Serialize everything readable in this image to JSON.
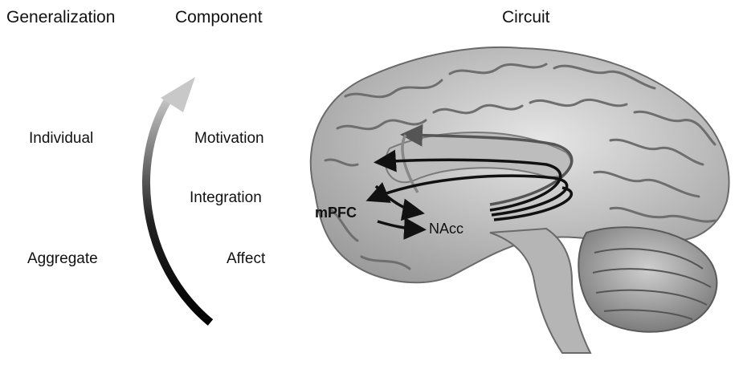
{
  "headers": {
    "generalization": "Generalization",
    "component": "Component",
    "circuit": "Circuit"
  },
  "generalization_levels": {
    "top": "Individual",
    "bottom": "Aggregate"
  },
  "components": {
    "top": "Motivation",
    "middle": "Integration",
    "bottom": "Affect"
  },
  "brain_labels": {
    "mpfc": "mPFC",
    "nacc": "NAcc"
  },
  "colors": {
    "arrow_dark": "#111111",
    "arrow_light": "#b8b8b8",
    "brain_tissue": "#d9d9d9",
    "brain_sulci": "#6e6e6e"
  }
}
